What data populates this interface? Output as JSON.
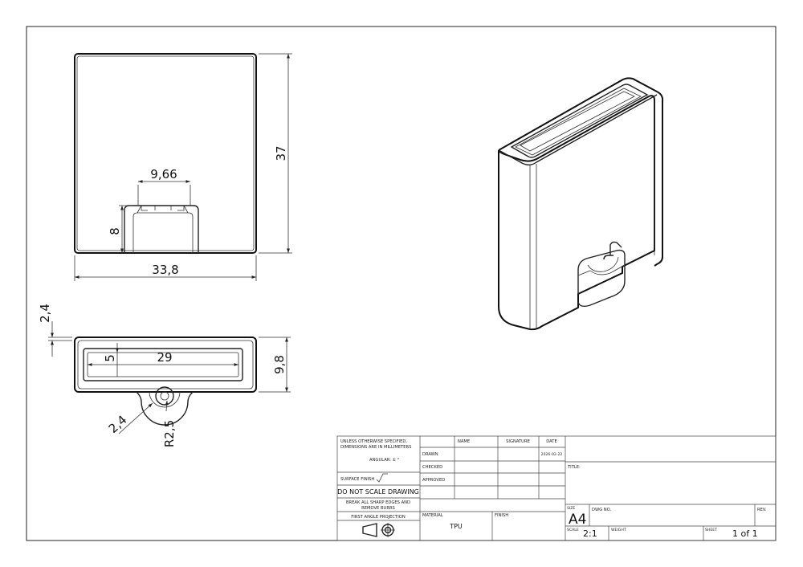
{
  "dimensions": {
    "front_width": "33,8",
    "front_height": "37",
    "slot_width": "9,66",
    "slot_height": "8",
    "top_wall": "2,4",
    "top_slot_length": "29",
    "top_slot_width": "5",
    "top_depth": "9,8",
    "clip_thickness": "2,4",
    "clip_radius": "R2,5"
  },
  "title_block": {
    "general_note_1": "UNLESS OTHERWISE SPECIFIED,",
    "general_note_2": "DIMENSIONS ARE IN MILLIMETERS",
    "angular": "ANGULAR: ± °",
    "surface_finish": "SURFACE FINISH",
    "do_not_scale": "DO NOT SCALE DRAWING",
    "break_edges_1": "BREAK ALL SHARP EDGES AND",
    "break_edges_2": "REMOVE BURRS",
    "projection": "FIRST ANGLE PROJECTION",
    "col_name": "NAME",
    "col_signature": "SIGNATURE",
    "col_date": "DATE",
    "row_drawn": "DRAWN",
    "row_checked": "CHECKED",
    "row_approved": "APPROVED",
    "drawn_date": "2026-02-22",
    "title_label": "TITLE:",
    "material_label": "MATERIAL",
    "material_value": "TPU",
    "finish_label": "FINISH",
    "size_label": "SIZE",
    "size_value": "A4",
    "dwg_no_label": "DWG NO.",
    "rev_label": "REV.",
    "scale_label": "SCALE",
    "scale_value": "2:1",
    "weight_label": "WEIGHT",
    "sheet_label": "SHEET",
    "sheet_value": "1 of 1"
  }
}
